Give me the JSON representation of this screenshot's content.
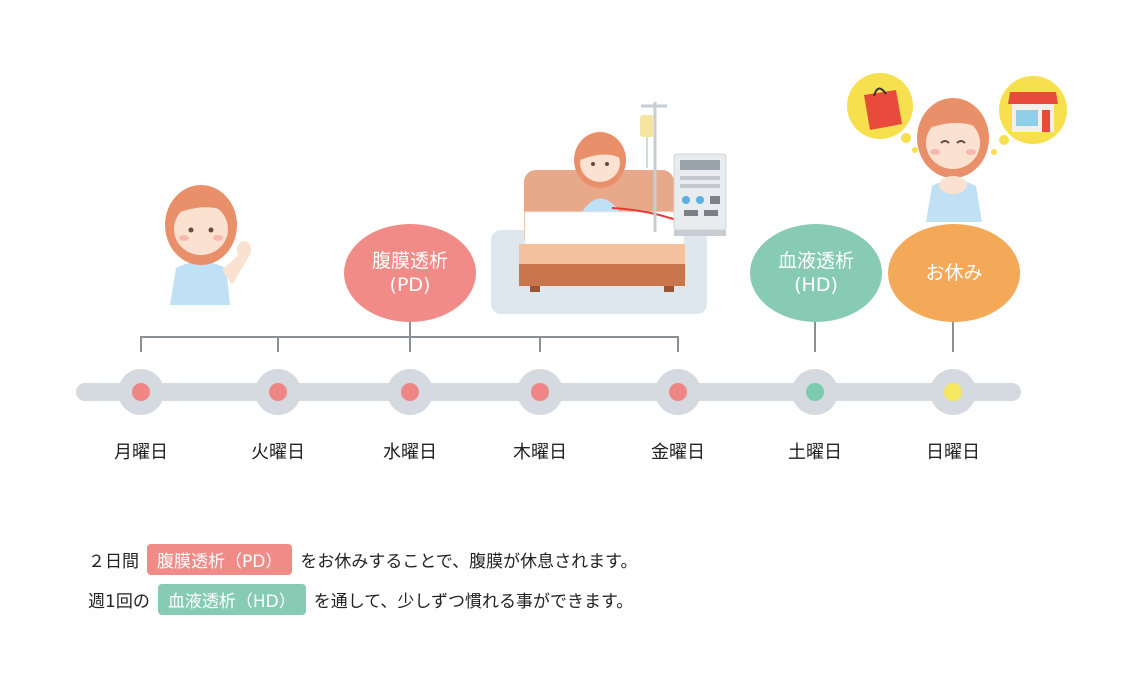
{
  "days": [
    {
      "label": "月曜日",
      "dot_color": "#ef8585"
    },
    {
      "label": "火曜日",
      "dot_color": "#ef8585"
    },
    {
      "label": "水曜日",
      "dot_color": "#ef8585"
    },
    {
      "label": "木曜日",
      "dot_color": "#ef8585"
    },
    {
      "label": "金曜日",
      "dot_color": "#ef8585"
    },
    {
      "label": "土曜日",
      "dot_color": "#7ccab0"
    },
    {
      "label": "日曜日",
      "dot_color": "#f5e760"
    }
  ],
  "bubbles": {
    "pd": {
      "line1": "腹膜透析",
      "line2": "(PD)",
      "color": "#f08b87"
    },
    "hd": {
      "line1": "血液透析",
      "line2": "(HD)",
      "color": "#88cbb5"
    },
    "rest": {
      "label": "お休み",
      "color": "#f4a958"
    }
  },
  "notes": {
    "line1": {
      "prefix": "２日間",
      "tag": "腹膜透析（PD）",
      "suffix": "をお休みすることで、腹膜が休息されます。",
      "tag_color": "#f08b87"
    },
    "line2": {
      "prefix": "週1回の",
      "tag": "血液透析（HD）",
      "suffix": "を通して、少しずつ慣れる事ができます。",
      "tag_color": "#88cbb5"
    }
  },
  "colors": {
    "track": "#d4dae0",
    "bracket": "#8a8f94",
    "skin": "#fbe1d0",
    "hair": "#e9906a",
    "shirt": "#bfe0f5"
  },
  "icons": [
    "waving-girl-icon",
    "bed-patient-icon",
    "dialysis-machine-icon",
    "happy-girl-icon",
    "shopping-bag-icon",
    "store-icon"
  ]
}
